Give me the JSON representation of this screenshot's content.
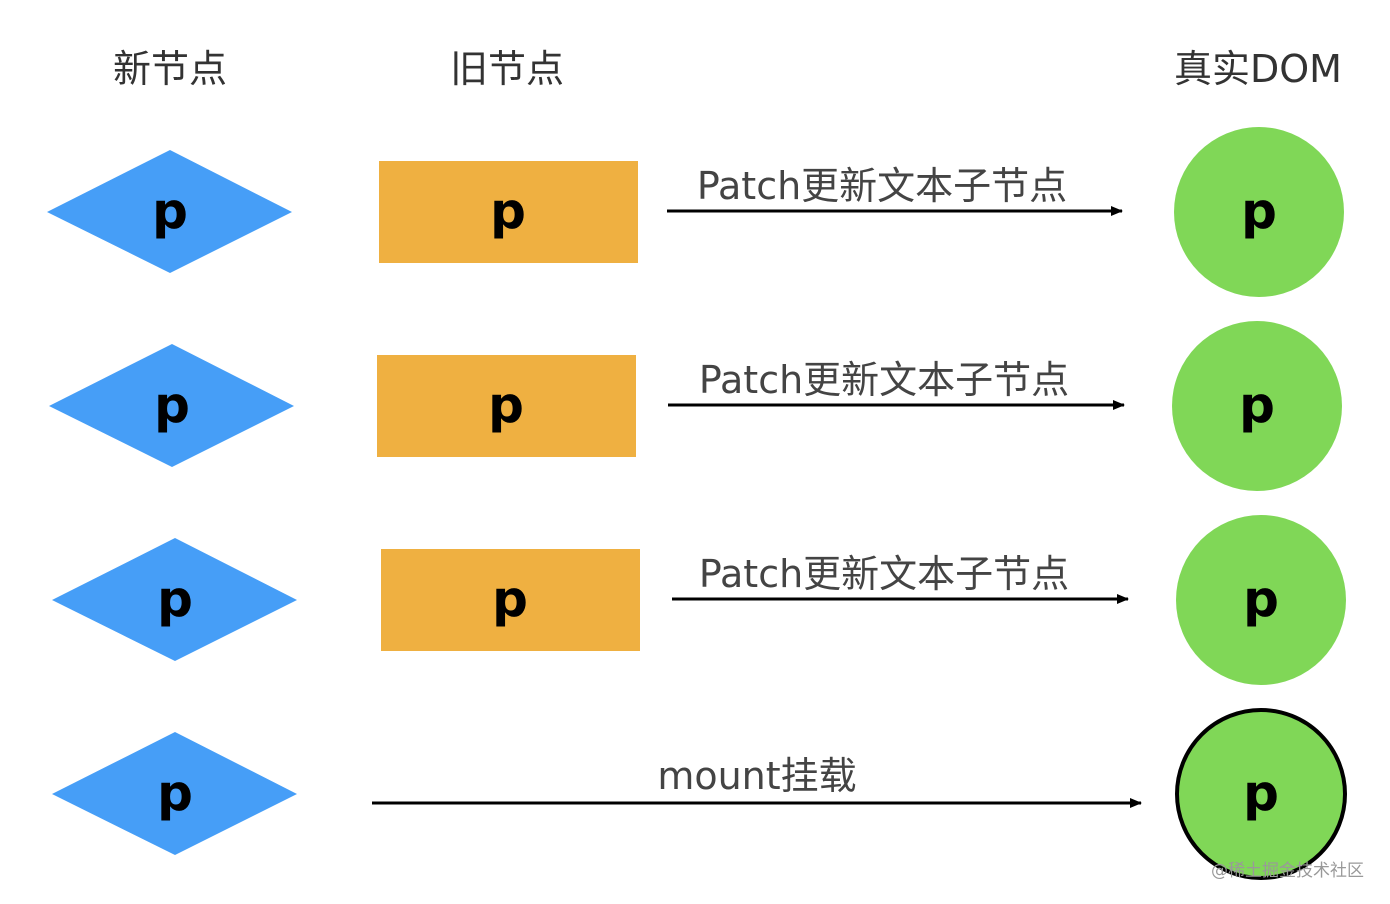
{
  "headers": {
    "new_nodes": "新节点",
    "old_nodes": "旧节点",
    "real_dom": "真实DOM"
  },
  "colors": {
    "new_node": "#469ef7",
    "old_node": "#efb041",
    "dom_node": "#80d757",
    "dom_node_mounted_border": "#000000",
    "arrow": "#000000",
    "header_text": "#333333",
    "edge_text": "#444444"
  },
  "rows": [
    {
      "new_node": {
        "label": "p"
      },
      "old_node": {
        "label": "p"
      },
      "edge": {
        "label": "Patch更新文本子节点"
      },
      "dom_node": {
        "label": "p"
      }
    },
    {
      "new_node": {
        "label": "p"
      },
      "old_node": {
        "label": "p"
      },
      "edge": {
        "label": "Patch更新文本子节点"
      },
      "dom_node": {
        "label": "p"
      }
    },
    {
      "new_node": {
        "label": "p"
      },
      "old_node": {
        "label": "p"
      },
      "edge": {
        "label": "Patch更新文本子节点"
      },
      "dom_node": {
        "label": "p"
      }
    },
    {
      "new_node": {
        "label": "p"
      },
      "old_node": null,
      "edge": {
        "label": "mount挂载"
      },
      "dom_node": {
        "label": "p",
        "bordered": true
      }
    }
  ],
  "watermark": "@稀土掘金技术社区"
}
